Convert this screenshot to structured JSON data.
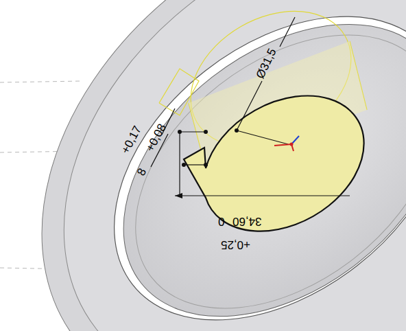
{
  "diagram": {
    "labels": [
      "+0,17",
      "8",
      "+0,08",
      "Ø31,5",
      "34,60",
      "0",
      "+0,25"
    ]
  }
}
